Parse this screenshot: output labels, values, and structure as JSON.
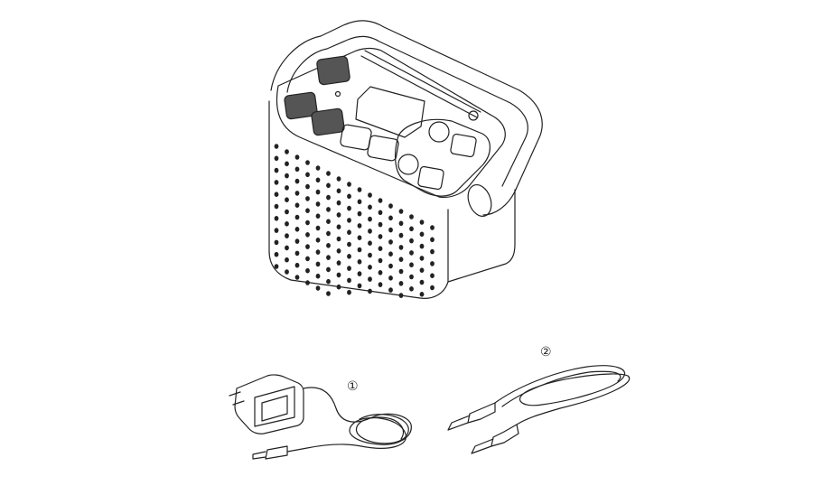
{
  "figure": {
    "items": [
      {
        "name": "portable-radio",
        "label": ""
      },
      {
        "name": "ac-adapter",
        "label": "①"
      },
      {
        "name": "audio-cable",
        "label": "②"
      }
    ],
    "line_color": "#222222",
    "dark_button_color": "#555555"
  }
}
